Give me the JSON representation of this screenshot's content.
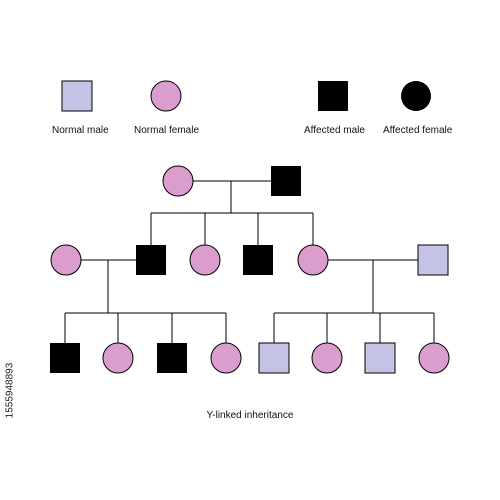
{
  "legend": {
    "normal_male": "Normal male",
    "normal_female": "Normal female",
    "affected_male": "Affected male",
    "affected_female": "Affected female"
  },
  "caption": "Y-linked inheritance",
  "side_id": "1555948893",
  "colors": {
    "normal_male": "#c5c3e5",
    "normal_female": "#db9dcd",
    "affected": "#000000",
    "line": "#000000"
  },
  "generations": [
    {
      "generation": 1,
      "members": [
        "normal female",
        "affected male"
      ]
    },
    {
      "generation": 2,
      "members": [
        "normal female (spouse)",
        "affected male",
        "normal female",
        "affected male",
        "normal female",
        "normal male (spouse)"
      ]
    },
    {
      "generation": 3,
      "members": [
        "affected male",
        "normal female",
        "affected male",
        "normal female",
        "normal male",
        "normal female",
        "normal male",
        "normal female"
      ]
    }
  ]
}
